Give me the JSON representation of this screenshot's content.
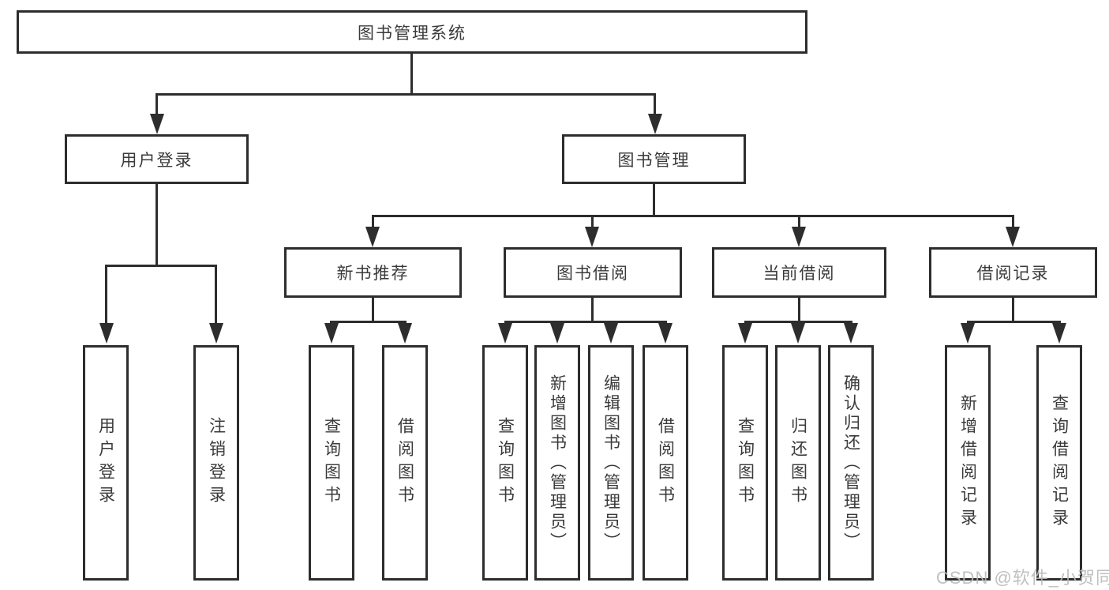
{
  "diagram": {
    "title": "图书管理系统",
    "level2": [
      {
        "label": "用户登录"
      },
      {
        "label": "图书管理"
      }
    ],
    "level3": [
      {
        "label": "新书推荐"
      },
      {
        "label": "图书借阅"
      },
      {
        "label": "当前借阅"
      },
      {
        "label": "借阅记录"
      }
    ],
    "leaves": {
      "user_login": [
        "用户登录",
        "注销登录"
      ],
      "new_book": [
        "查询图书",
        "借阅图书"
      ],
      "book_borrow": [
        "查询图书",
        "新增图书（管理员）",
        "编辑图书（管理员）",
        "借阅图书"
      ],
      "current_borrow": [
        "查询图书",
        "归还图书",
        "确认归还（管理员）"
      ],
      "borrow_record": [
        "新增借阅记录",
        "查询借阅记录"
      ]
    }
  },
  "watermark": {
    "text": "CSDN @软件_小贺同学"
  },
  "colors": {
    "line": "#2d2d2d",
    "text": "#3a3a3a",
    "background": "#ffffff",
    "watermark": "#bab8b8"
  }
}
